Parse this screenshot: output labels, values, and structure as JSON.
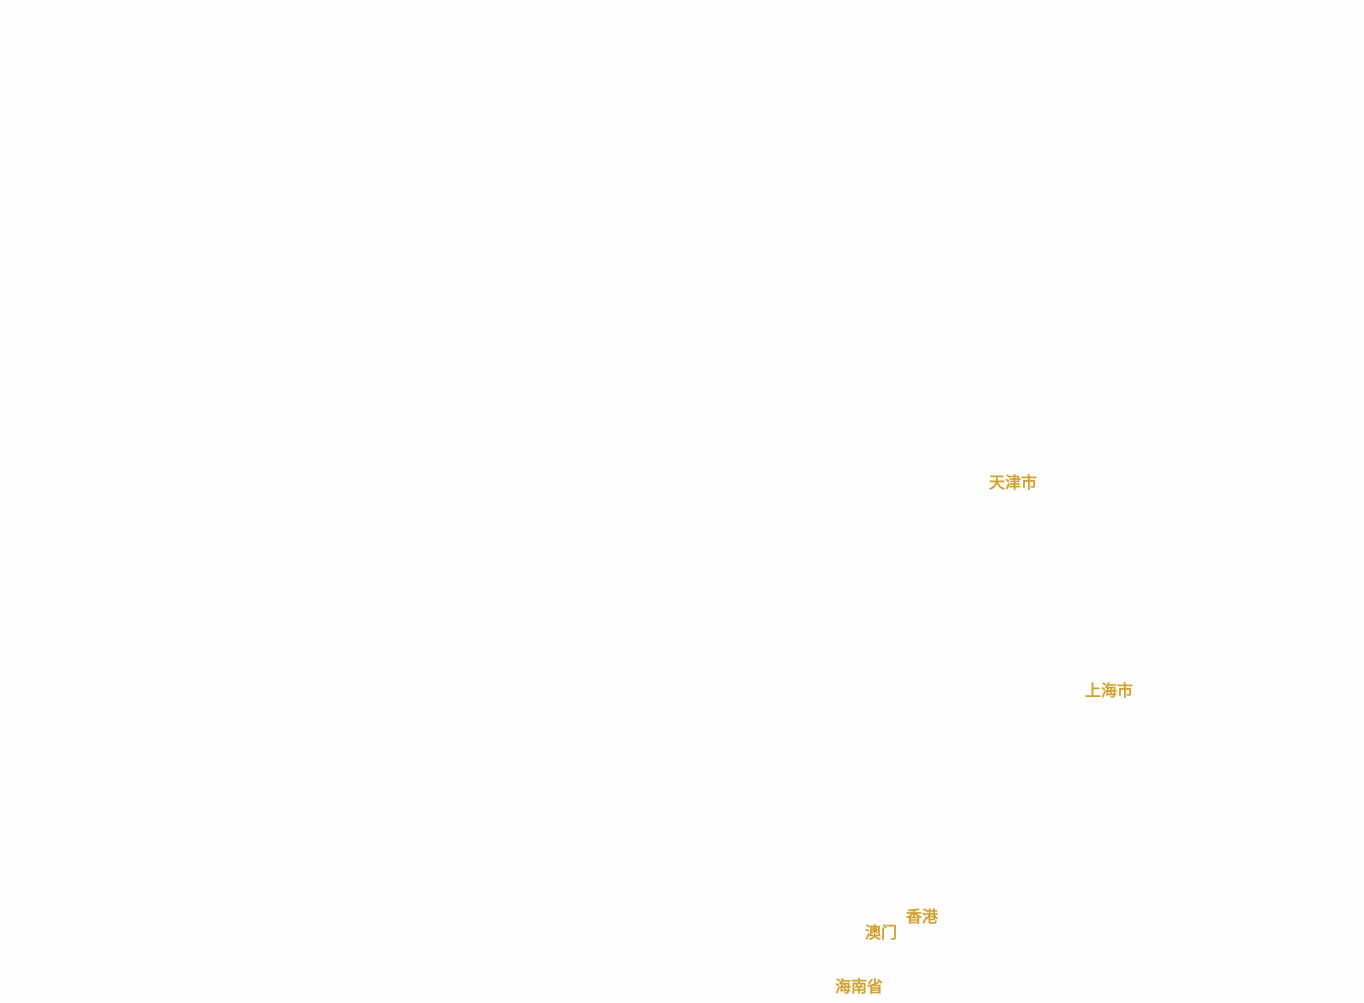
{
  "map": {
    "label_color": "#d4a12c",
    "labels": {
      "tianjin": "天津市",
      "shanghai": "上海市",
      "hongkong": "香港",
      "macau": "澳门",
      "hainan": "海南省"
    }
  }
}
